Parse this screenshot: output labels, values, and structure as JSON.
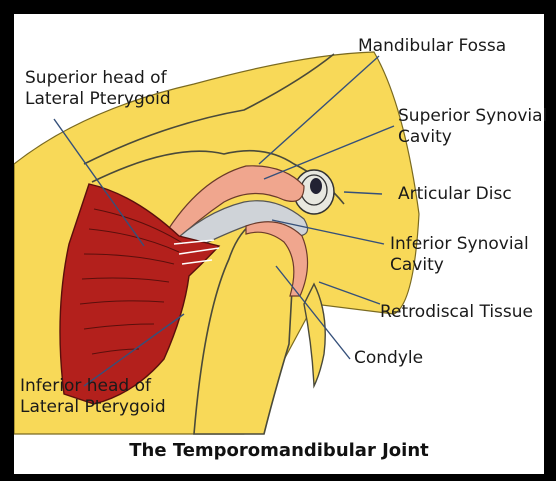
{
  "title": "The Temporomandibular Joint",
  "labels": {
    "mandibular_fossa": "Mandibular Fossa",
    "superior_head": [
      "Superior head of",
      "Lateral Pterygoid"
    ],
    "superior_synovial": [
      "Superior Synovial",
      "Cavity"
    ],
    "articular_disc": "Articular Disc",
    "inferior_synovial": [
      "Inferior Synovial",
      "Cavity"
    ],
    "retrodiscal": "Retrodiscal Tissue",
    "condyle": "Condyle",
    "inferior_head": [
      "Inferior head of",
      "Lateral Pterygoid"
    ]
  },
  "colors": {
    "bone": "#f8d958",
    "muscle": "#b3201c",
    "disc": "#f0a68e",
    "cavity": "#cfd3d8",
    "leader": "#35507a"
  }
}
